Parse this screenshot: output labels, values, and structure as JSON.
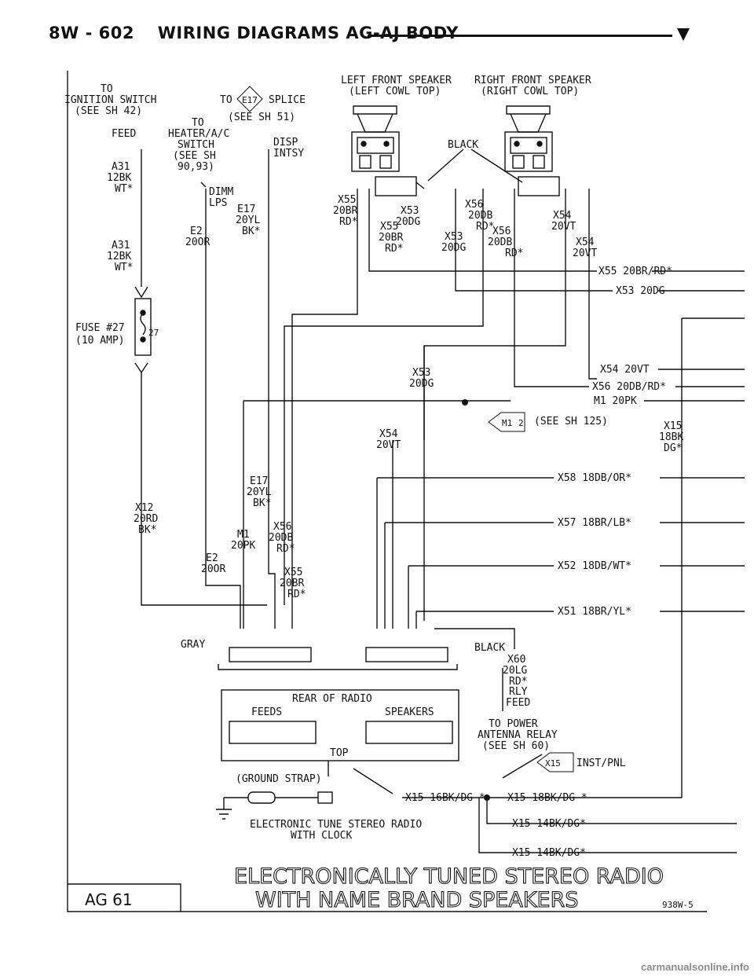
{
  "header": {
    "code": "8W - 602",
    "title": "WIRING DIAGRAMS AG-AJ BODY"
  },
  "labels": {
    "to_ignition": [
      "TO",
      "IGNITION SWITCH",
      "(SEE SH 42)"
    ],
    "to_splice_to": "TO",
    "e17": "E17",
    "splice": "SPLICE",
    "see_sh51": "(SEE SH 51)",
    "to_heater": [
      "TO",
      "HEATER/A/C",
      "SWITCH",
      "(SEE SH",
      "90,93)"
    ],
    "feed": "FEED",
    "disp_intsy": [
      "DISP",
      "INTSY"
    ],
    "dimm_lps": [
      "DIMM",
      "LPS"
    ],
    "a31_top": [
      "A31",
      "12BK",
      "WT*"
    ],
    "a31_low": [
      "A31",
      "12BK",
      "WT*"
    ],
    "e17_top": [
      "E17",
      "20YL",
      "BK*"
    ],
    "e2_top": [
      "E2",
      "20OR"
    ],
    "fuse": [
      "FUSE #27",
      "(10 AMP)"
    ],
    "fuse_num": "27",
    "lf_speaker": [
      "LEFT FRONT SPEAKER",
      "(LEFT COWL TOP)"
    ],
    "rf_speaker": [
      "RIGHT FRONT SPEAKER",
      "(RIGHT COWL TOP)"
    ],
    "black_top": "BLACK",
    "x55_a": [
      "X55",
      "20BR",
      "RD*"
    ],
    "x53_a": [
      "X53",
      "20DG"
    ],
    "x55_b": [
      "X55",
      "20BR",
      "RD*"
    ],
    "x56_a": [
      "X56",
      "20DB",
      "RD*"
    ],
    "x53_b": [
      "X53",
      "20DG"
    ],
    "x56_b": [
      "X56",
      "20DB",
      "RD*"
    ],
    "x54_a": [
      "X54",
      "20VT"
    ],
    "x54_b": [
      "X54",
      "20VT"
    ],
    "run_x55": "X55 20BR/RD*",
    "run_x53": "X53 20DG",
    "x53_mid": [
      "X53",
      "20DG"
    ],
    "run_x54": "X54 20VT",
    "run_x56": "X56 20DB/RD*",
    "run_m1": "M1 20PK",
    "m1_splice": "M1",
    "m1_splice_num": "2",
    "see_sh125": "(SEE SH 125)",
    "x54_mid": [
      "X54",
      "20VT"
    ],
    "x15_right": [
      "X15",
      "18BK",
      "DG*"
    ],
    "run_x58": "X58 18DB/OR*",
    "run_x57": "X57 18BR/LB*",
    "run_x52": "X52 18DB/WT*",
    "run_x51": "X51 18BR/YL*",
    "x12": [
      "X12",
      "20RD",
      "BK*"
    ],
    "e17_low": [
      "E17",
      "20YL",
      "BK*"
    ],
    "m1_low": [
      "M1",
      "20PK"
    ],
    "x56_low": [
      "X56",
      "20DB",
      "RD*"
    ],
    "e2_low": [
      "E2",
      "20OR"
    ],
    "x55_low": [
      "X55",
      "20BR",
      "RD*"
    ],
    "gray": "GRAY",
    "black_conn": "BLACK",
    "x60": [
      "X60",
      "20LG",
      "RD*"
    ],
    "rly_feed": [
      "RLY",
      "FEED"
    ],
    "to_power": [
      "TO POWER",
      "ANTENNA RELAY",
      "(SEE SH 60)"
    ],
    "rear_radio": "REAR OF RADIO",
    "feeds": "FEEDS",
    "speakers": "SPEAKERS",
    "top": "TOP",
    "ground_strap": "(GROUND STRAP)",
    "x15_inst": "X15",
    "inst_pnl": "INST/PNL",
    "run_x15_16": "X15 16BK/DG *",
    "run_x15_18": "X15 18BK/DG *",
    "run_x15_14a": "X15 14BK/DG*",
    "run_x15_14b": "X15 14BK/DG*",
    "radio_caption": [
      "ELECTRONIC TUNE STEREO RADIO",
      "WITH CLOCK"
    ]
  },
  "title_block": {
    "line1": "ELECTRONICALLY TUNED STEREO RADIO",
    "line2": "WITH NAME BRAND SPEAKERS",
    "page": "AG 61",
    "ref": "938W-5"
  },
  "watermark": "carmanualsonline.info"
}
